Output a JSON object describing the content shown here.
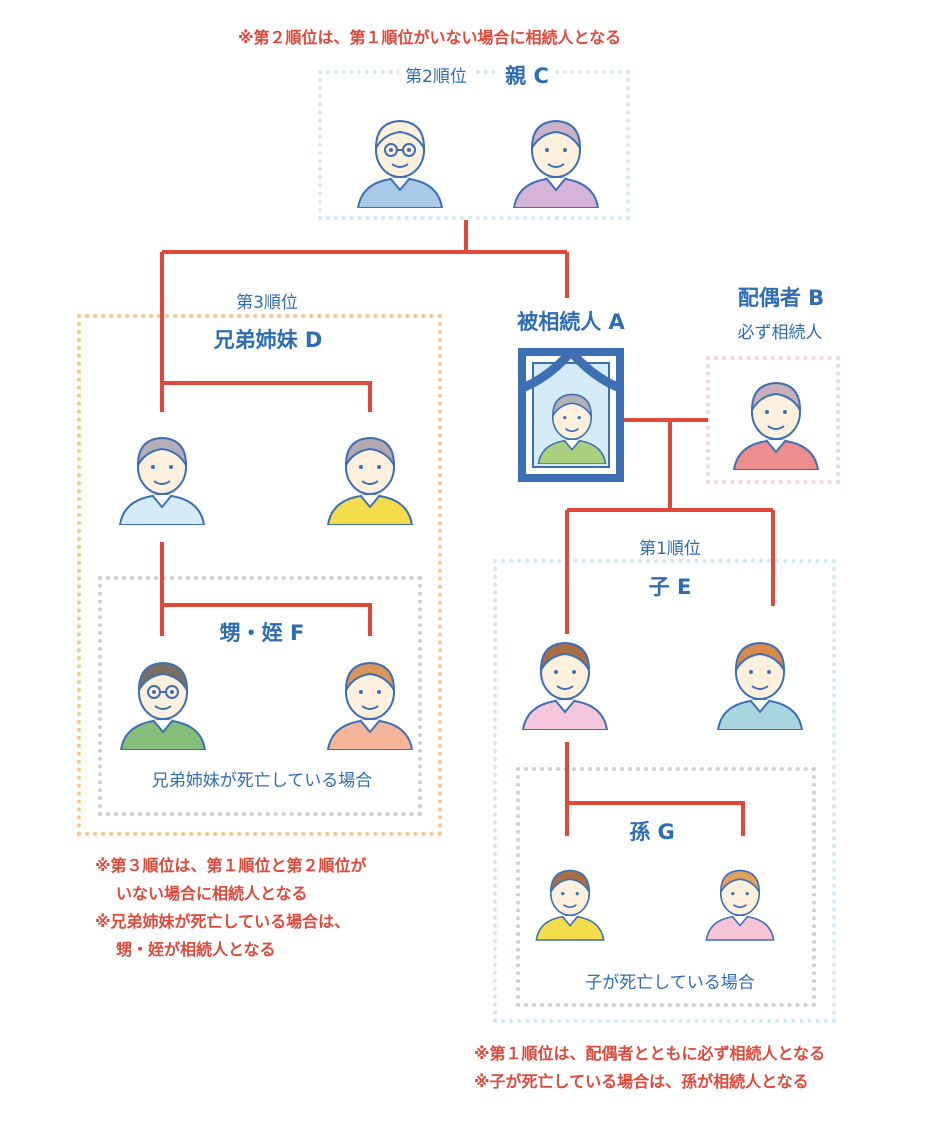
{
  "top_note": "※第２順位は、第１順位がいない場合に相続人となる",
  "parents": {
    "rank": "第2順位",
    "title": "親 C"
  },
  "siblings": {
    "rank": "第3順位",
    "title": "兄弟姉妹 D"
  },
  "nephews": {
    "title": "甥・姪 F",
    "condition": "兄弟姉妹が死亡している場合"
  },
  "deceased": {
    "title": "被相続人 A"
  },
  "spouse": {
    "title": "配偶者 B",
    "subtitle": "必ず相続人"
  },
  "children": {
    "rank": "第1順位",
    "title": "子 E"
  },
  "grandchildren": {
    "title": "孫 G",
    "condition": "子が死亡している場合"
  },
  "left_notes": [
    "※第３順位は、第１順位と第２順位が",
    "いない場合に相続人となる",
    "※兄弟姉妹が死亡している場合は、",
    "甥・姪が相続人となる"
  ],
  "bottom_notes": [
    "※第１順位は、配偶者とともに必ず相続人となる",
    "※子が死亡している場合は、孫が相続人となる"
  ],
  "colors": {
    "line": "#e0493a",
    "text": "#2e6db4",
    "outline": "#3d6fb5"
  }
}
